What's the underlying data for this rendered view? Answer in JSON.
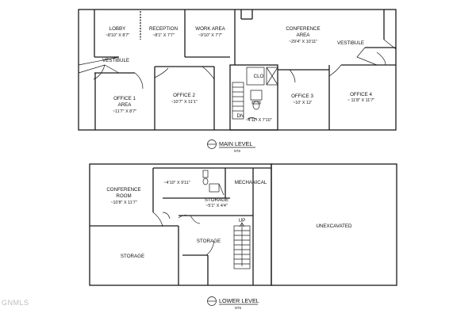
{
  "main_level": {
    "title": "MAIN LEVEL",
    "scale": "NTS",
    "rooms": [
      {
        "id": "lobby",
        "name": "LOBBY",
        "dims": "~8'10\" X 8'7\""
      },
      {
        "id": "reception",
        "name": "RECEPTION",
        "dims": "~8'1\" X 7'7\""
      },
      {
        "id": "work",
        "name": "WORK AREA",
        "dims": "~9'10\" X 7'7\""
      },
      {
        "id": "conference",
        "name": "CONFERENCE",
        "name2": "AREA",
        "dims": "~29'4\" X 10'11\""
      },
      {
        "id": "vestibule_left",
        "name": "VESTIBULE"
      },
      {
        "id": "vestibule_right",
        "name": "VESTIBULE"
      },
      {
        "id": "office1",
        "name": "OFFICE 1",
        "name2": "AREA",
        "dims": "~11'7\" X 8'7\""
      },
      {
        "id": "office2",
        "name": "OFFICE 2",
        "dims": "~10'7\" X 11'1\""
      },
      {
        "id": "clo",
        "name": "CLO"
      },
      {
        "id": "dn",
        "name": "DN",
        "dims": "~4'11\" X 7'10\""
      },
      {
        "id": "office3",
        "name": "OFFICE 3",
        "dims": "~10' X 12'"
      },
      {
        "id": "office4",
        "name": "OFFICE 4",
        "dims": "~ 11'8\" X 11'7\""
      }
    ]
  },
  "lower_level": {
    "title": "LOWER LEVEL",
    "scale": "NTS",
    "rooms": [
      {
        "id": "conf_room",
        "name": "CONFERENCE",
        "name2": "ROOM",
        "dims": "~10'8\" X 11'7\""
      },
      {
        "id": "bath",
        "dims": "~4'10\" X 9'11\""
      },
      {
        "id": "mechanical",
        "name": "MECHANICAL"
      },
      {
        "id": "storage_small",
        "name": "STORAGE",
        "dims": "~5'1\" X 4'4\""
      },
      {
        "id": "up",
        "name": "UP"
      },
      {
        "id": "unexcavated",
        "name": "UNEXCAVATED"
      },
      {
        "id": "storage_mid",
        "name": "STORAGE"
      },
      {
        "id": "storage_left",
        "name": "STORAGE"
      }
    ]
  },
  "watermark": "GNMLS"
}
